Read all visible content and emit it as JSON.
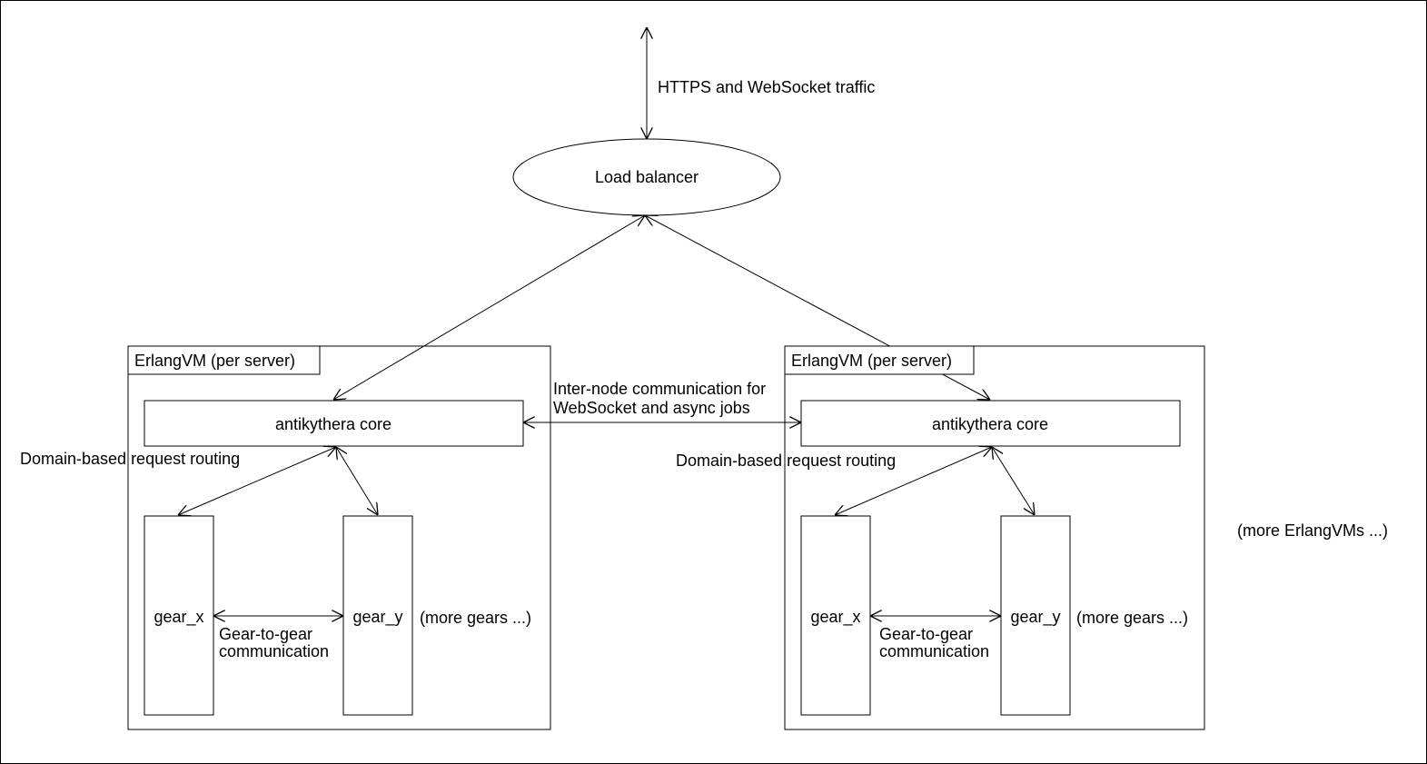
{
  "external": {
    "traffic_label": "HTTPS and WebSocket traffic"
  },
  "load_balancer": {
    "label": "Load balancer"
  },
  "inter_node": {
    "line1": "Inter-node communication for",
    "line2": "WebSocket and async jobs"
  },
  "more_vms": "(more ErlangVMs ...)",
  "nodes": [
    {
      "vm_label": "ErlangVM (per server)",
      "core_label": "antikythera core",
      "routing_label": "Domain-based request routing",
      "gear_x": "gear_x",
      "gear_y": "gear_y",
      "gear_comm_line1": "Gear-to-gear",
      "gear_comm_line2": "communication",
      "more_gears": "(more gears ...)"
    },
    {
      "vm_label": "ErlangVM (per server)",
      "core_label": "antikythera core",
      "routing_label": "Domain-based request routing",
      "gear_x": "gear_x",
      "gear_y": "gear_y",
      "gear_comm_line1": "Gear-to-gear",
      "gear_comm_line2": "communication",
      "more_gears": "(more gears ...)"
    }
  ]
}
